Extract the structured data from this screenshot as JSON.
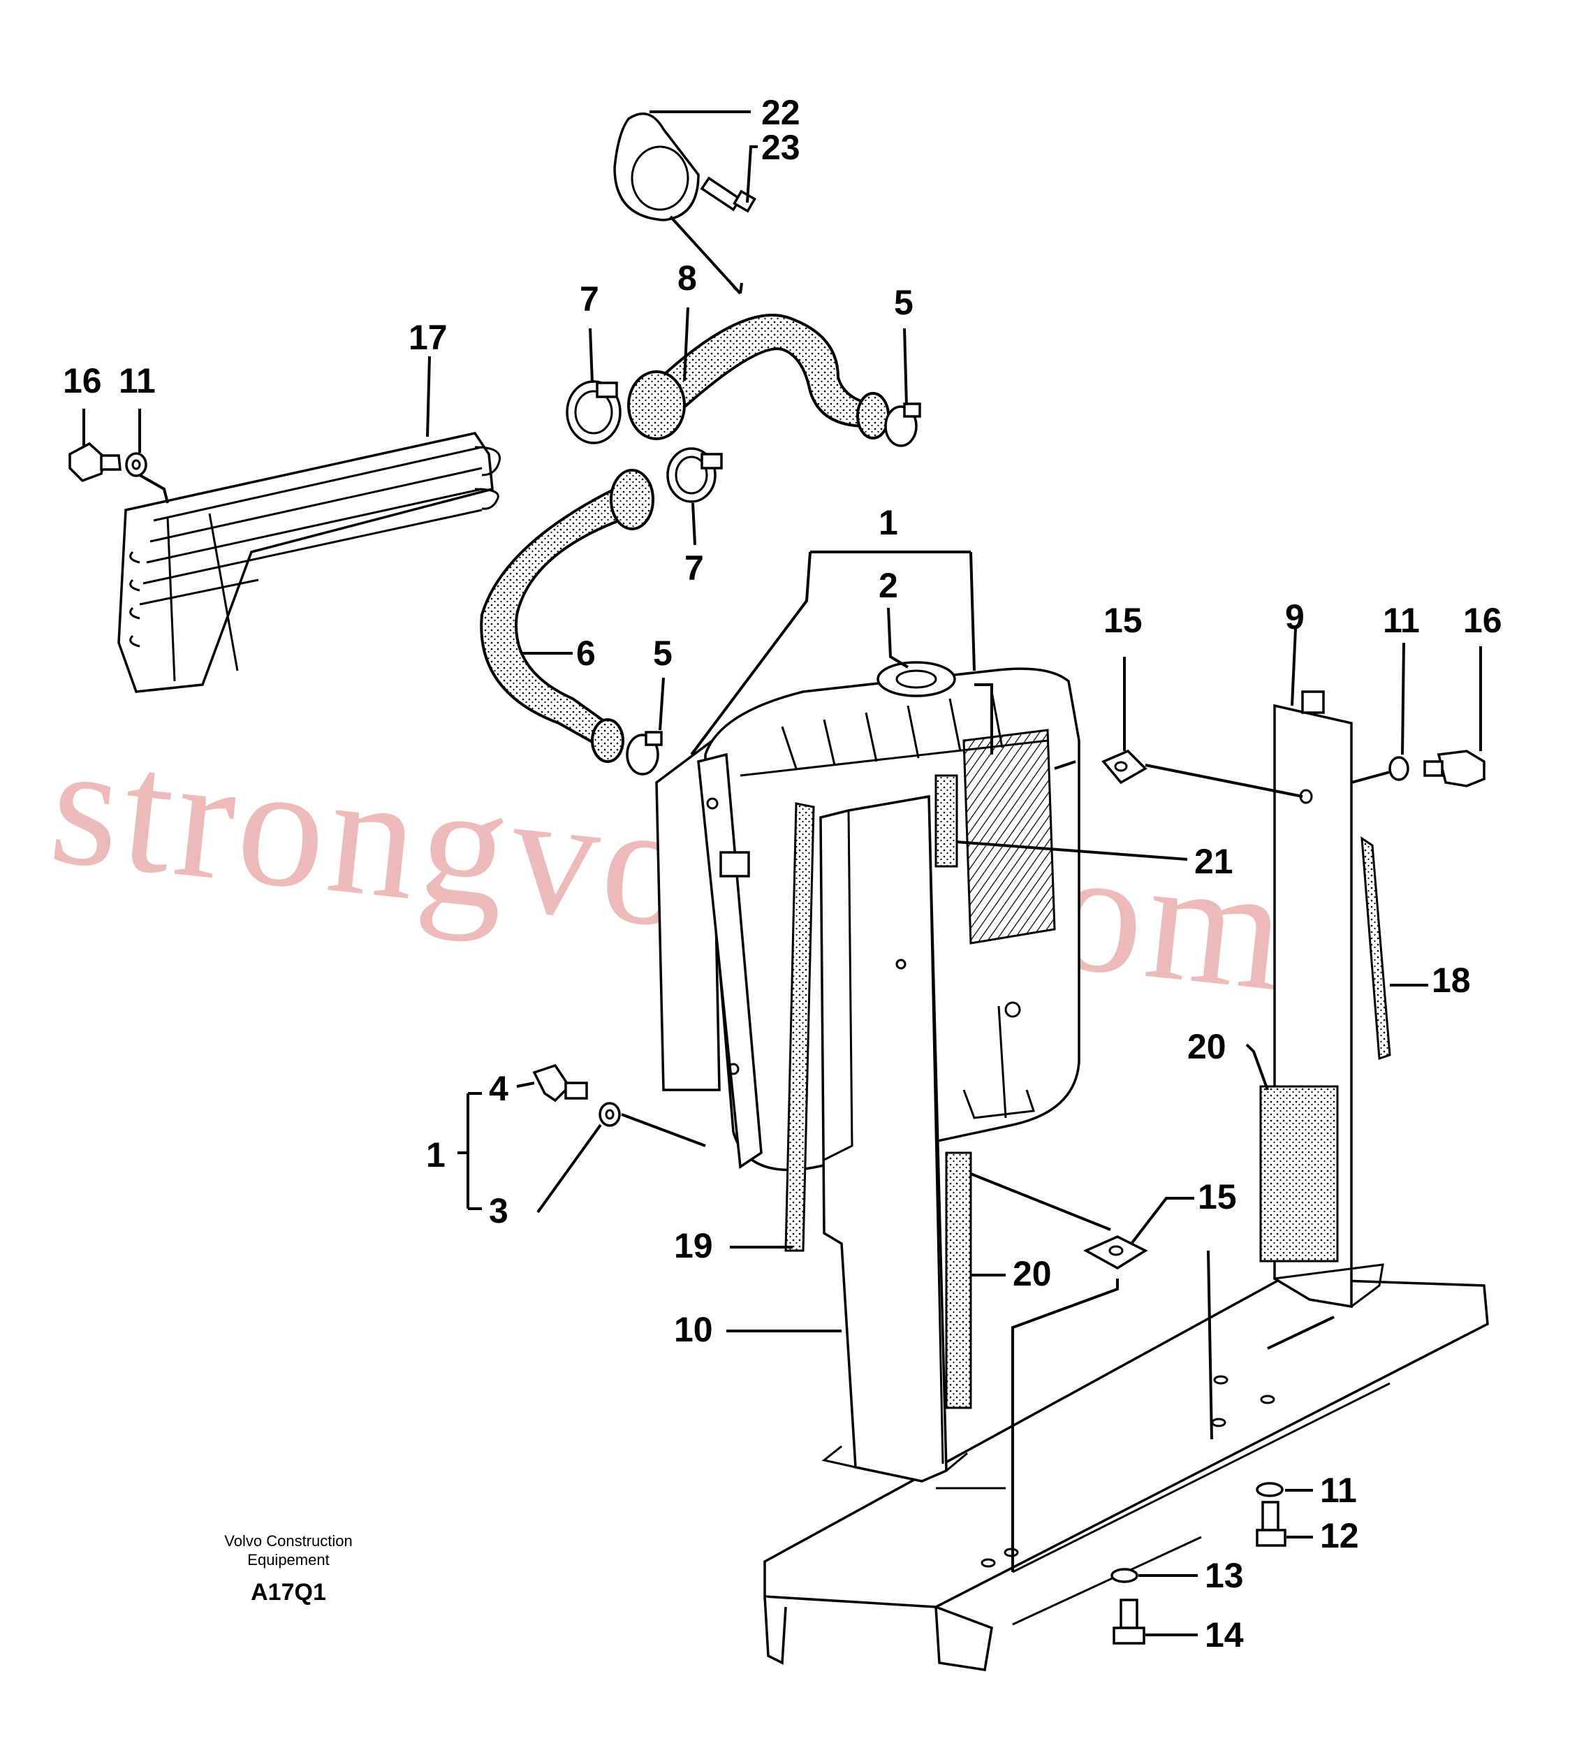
{
  "watermark": "strongvolvo.com",
  "caption": {
    "line1": "Volvo Construction",
    "line2": "Equipement",
    "code": "A17Q1"
  },
  "callouts": [
    {
      "id": "c22",
      "text": "22"
    },
    {
      "id": "c23",
      "text": "23"
    },
    {
      "id": "c8",
      "text": "8"
    },
    {
      "id": "c7a",
      "text": "7"
    },
    {
      "id": "c5a",
      "text": "5"
    },
    {
      "id": "c17",
      "text": "17"
    },
    {
      "id": "c16a",
      "text": "16"
    },
    {
      "id": "c11a",
      "text": "11"
    },
    {
      "id": "c7b",
      "text": "7"
    },
    {
      "id": "c1a",
      "text": "1"
    },
    {
      "id": "c2",
      "text": "2"
    },
    {
      "id": "c6",
      "text": "6"
    },
    {
      "id": "c5b",
      "text": "5"
    },
    {
      "id": "c15a",
      "text": "15"
    },
    {
      "id": "c9",
      "text": "9"
    },
    {
      "id": "c11b",
      "text": "11"
    },
    {
      "id": "c16b",
      "text": "16"
    },
    {
      "id": "c21",
      "text": "21"
    },
    {
      "id": "c18",
      "text": "18"
    },
    {
      "id": "c20a",
      "text": "20"
    },
    {
      "id": "c4",
      "text": "4"
    },
    {
      "id": "c1b",
      "text": "1"
    },
    {
      "id": "c3",
      "text": "3"
    },
    {
      "id": "c15b",
      "text": "15"
    },
    {
      "id": "c19",
      "text": "19"
    },
    {
      "id": "c20b",
      "text": "20"
    },
    {
      "id": "c10",
      "text": "10"
    },
    {
      "id": "c11c",
      "text": "11"
    },
    {
      "id": "c12",
      "text": "12"
    },
    {
      "id": "c13",
      "text": "13"
    },
    {
      "id": "c14",
      "text": "14"
    }
  ]
}
